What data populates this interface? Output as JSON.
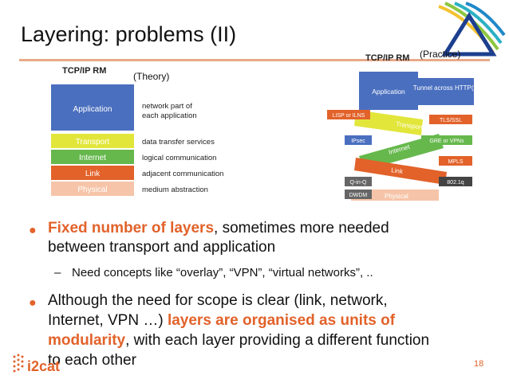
{
  "slide": {
    "title": "Layering: problems (II)",
    "page_number": "18",
    "labels": {
      "theory": "(Theory)",
      "practice": "(Practice)"
    }
  },
  "theory_figure": {
    "heading": "TCP/IP RM",
    "layers": [
      {
        "name": "Application",
        "desc_line1": "network part of",
        "desc_line2": "each application",
        "color": "#4a6fbf"
      },
      {
        "name": "Transport",
        "desc": "data transfer services",
        "color": "#e2e63b"
      },
      {
        "name": "Internet",
        "desc": "logical communication",
        "color": "#66b84c"
      },
      {
        "name": "Link",
        "desc": "adjacent communication",
        "color": "#e2622a"
      },
      {
        "name": "Physical",
        "desc": "medium abstraction",
        "color": "#f6c4a8"
      }
    ]
  },
  "practice_figure": {
    "heading": "TCP/IP RM",
    "application": "Application",
    "tunnel": "Tunnel across HTTP(s)",
    "tags": [
      "LISP or ILNS",
      "TLS/SSL",
      "IPsec",
      "GRE or VPNs",
      "MPLS",
      "Q-in-Q",
      "802.1q",
      "DWDM"
    ],
    "layers": {
      "transport": "Transport",
      "internet": "Internet",
      "link": "Link",
      "physical": "Physical"
    }
  },
  "bullets": {
    "b1": {
      "highlight": "Fixed number of layers",
      "rest1": ", sometimes more needed",
      "line2": "between transport and application",
      "sub": "Need concepts like “overlay”, “VPN”, “virtual networks”, .."
    },
    "b2": {
      "line1": "Although the need for scope is clear (link, network,",
      "line2a": "Internet, VPN …) ",
      "line2b": "layers are organised as units of",
      "line3a": "modularity",
      "line3b": ", with each layer providing a different function",
      "line4": "to each other"
    }
  },
  "footer": {
    "logo_text": "i2cat"
  },
  "colors": {
    "accent": "#e2622a",
    "rule": "#e8a98a"
  }
}
